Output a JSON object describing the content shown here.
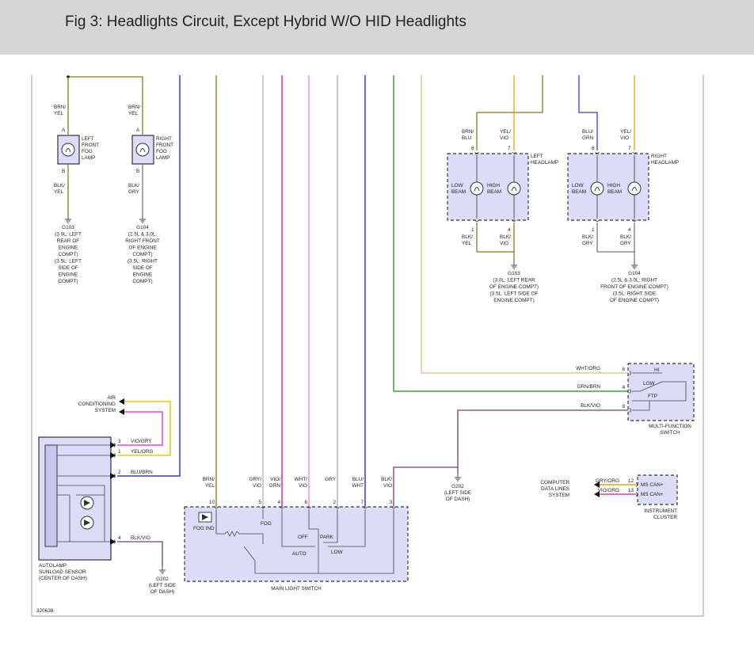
{
  "header": {
    "title": "Fig 3: Headlights Circuit, Except Hybrid W/O HID Headlights"
  },
  "figure_id": "320638",
  "colors": {
    "brn_yel": "#8b7a1e",
    "blk_gry": "#777777",
    "blu_brn": "#3a3acc",
    "yel": "#e8c800",
    "yel_org": "#f0a000",
    "wht_org": "#f0b878",
    "grn_brn": "#38a838",
    "blk_vio": "#7a3a7a",
    "gry_vio": "#c8a0c8",
    "vio_grn": "#c030c0",
    "wht_vio": "#e880e8",
    "gry": "#aaaaaa",
    "vio_gry": "#e040e0",
    "vio_org": "#e040a0",
    "box_fill": "#dcdcf8"
  },
  "fog_left": {
    "wire_top": "BRN/\nYEL",
    "pin_a": "A",
    "pin_b": "B",
    "label": "LEFT\nFRONT\nFOG\nLAMP",
    "wire_bottom": "BLK/\nYEL",
    "ground": "G103\n(3.0L: LEFT\nREAR OF\nENGINE\nCOMPT)\n(3.5L: LEFT\nSIDE OF\nENGINE\nCOMPT)"
  },
  "fog_right": {
    "wire_top": "BRN/\nYEL",
    "pin_a": "A",
    "pin_b": "B",
    "label": "RIGHT\nFRONT\nFOG\nLAMP",
    "wire_bottom": "BLK/\nGRY",
    "ground": "G104\n(2.5L & 3.0L:\nRIGHT FRONT\nOF ENGINE\nCOMPT)\n(3.5L: RIGHT\nSIDE OF\nENGINE\nCOMPT)"
  },
  "headlamp_left": {
    "label": "LEFT\nHEADLAMP",
    "wire_a": "BRN/\nBLU",
    "wire_b": "YEL/\nVIO",
    "pin_a": "6",
    "pin_b": "7",
    "low": "LOW\nBEAM",
    "high": "HIGH\nBEAM",
    "pin_c": "1",
    "pin_d": "4",
    "wire_c": "BLK/\nYEL",
    "wire_d": "BLK/\nVIO",
    "ground": "G103\n(3.0L: LEFT REAR\nOF ENGINE COMPT)\n(3.5L: LEFT SIDE OF\nENGINE COMPT)"
  },
  "headlamp_right": {
    "label": "RIGHT\nHEADLAMP",
    "wire_a": "BLU/\nGRN",
    "wire_b": "YEL/\nVIO",
    "pin_a": "6",
    "pin_b": "7",
    "low": "LOW\nBEAM",
    "high": "HIGH\nBEAM",
    "pin_c": "1",
    "pin_d": "4",
    "wire_c": "BLK/\nGRY",
    "wire_d": "BLK/\nGRY",
    "ground": "G104\n(2.5L & 3.0L: RIGHT\nFRONT OF ENGINE COMPT)\n(3.5L: RIGHT SIDE\nOF ENGINE COMPT)"
  },
  "mfs": {
    "label": "MULTI-FUNCTION\nSWITCH",
    "wires": [
      "WHT/ORG",
      "GRN/BRN",
      "BLK/VIO"
    ],
    "pins": [
      "6",
      "4",
      "8"
    ],
    "positions": [
      "HI",
      "LOW",
      "FTP"
    ]
  },
  "ac": {
    "label": "AIR\nCONDITIONING\nSYSTEM"
  },
  "autolamp": {
    "label": "AUTOLAMP\nSUNLOAD SENSOR\n(CENTER OF DASH)",
    "wires": [
      "VIO/GRY",
      "YEL/ORG",
      "BLU/BRN",
      "BLK/VIO"
    ],
    "pins": [
      "3",
      "1",
      "2",
      "4"
    ]
  },
  "g202_bottom": "G202\n(LEFT SIDE\nOF DASH)",
  "g202_mid": "G202\n(LEFT SIDE\nOF DASH)",
  "main_switch": {
    "label": "MAIN LIGHT SWITCH",
    "wires": [
      "BRN/\nYEL",
      "GRY/\nVIO",
      "VIO/\nGRN",
      "WHT/\nVIO",
      "GRY",
      "BLU/\nWHT",
      "BLK/\nVIO"
    ],
    "pins": [
      "10",
      "5",
      "4",
      "6",
      "2",
      "7",
      "3"
    ],
    "fog_ind": "FOG IND",
    "fog": "FOG",
    "off": "OFF",
    "park": "PARK",
    "auto": "AUTO",
    "low": "LOW"
  },
  "cluster": {
    "label": "INSTRUMENT\nCLUSTER",
    "system": "COMPUTER\nDATA LINES\nSYSTEM",
    "wires": [
      "GRY/ORG",
      "VIO/ORG"
    ],
    "pins": [
      "12",
      "13"
    ],
    "can": [
      "MS CAN+",
      "MS CAN+"
    ]
  }
}
